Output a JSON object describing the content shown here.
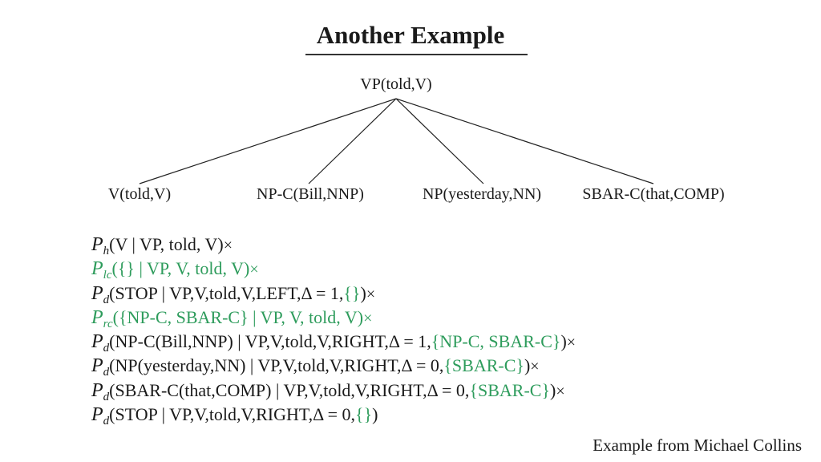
{
  "slide": {
    "title": "Another Example",
    "credit": "Example from Michael Collins"
  },
  "tree": {
    "root": "VP(told,V)",
    "children": [
      "V(told,V)",
      "NP-C(Bill,NNP)",
      "NP(yesterday,NN)",
      "SBAR-C(that,COMP)"
    ]
  },
  "formulas": [
    {
      "P": "P",
      "sub": "h",
      "arg": "(V | VP, told, V)",
      "green_part": "",
      "tail": "",
      "times": "×",
      "color": "#1a1a1a"
    },
    {
      "P": "P",
      "sub": "lc",
      "arg": "({} | VP, V, told, V)",
      "green_part": "",
      "tail": "",
      "times": "×",
      "color": "#2e9c5c"
    },
    {
      "P": "P",
      "sub": "d",
      "arg": "(STOP | VP,V,told,V,LEFT,Δ = 1,",
      "green_part": "{}",
      "tail": ")",
      "times": "×",
      "color": "#1a1a1a"
    },
    {
      "P": "P",
      "sub": "rc",
      "arg": "({NP-C, SBAR-C} | VP, V, told, V)",
      "green_part": "",
      "tail": "",
      "times": "×",
      "color": "#2e9c5c"
    },
    {
      "P": "P",
      "sub": "d",
      "arg": "(NP-C(Bill,NNP) | VP,V,told,V,RIGHT,Δ = 1,",
      "green_part": "{NP-C, SBAR-C}",
      "tail": ")",
      "times": "×",
      "color": "#1a1a1a"
    },
    {
      "P": "P",
      "sub": "d",
      "arg": "(NP(yesterday,NN) | VP,V,told,V,RIGHT,Δ = 0,",
      "green_part": "{SBAR-C}",
      "tail": ")",
      "times": "×",
      "color": "#1a1a1a"
    },
    {
      "P": "P",
      "sub": "d",
      "arg": "(SBAR-C(that,COMP) | VP,V,told,V,RIGHT,Δ = 0,",
      "green_part": "{SBAR-C}",
      "tail": ")",
      "times": "×",
      "color": "#1a1a1a"
    },
    {
      "P": "P",
      "sub": "d",
      "arg": "(STOP | VP,V,told,V,RIGHT,Δ = 0,",
      "green_part": "{}",
      "tail": ")",
      "times": "",
      "color": "#1a1a1a"
    }
  ],
  "colors": {
    "green": "#2e9c5c",
    "text": "#1a1a1a"
  }
}
